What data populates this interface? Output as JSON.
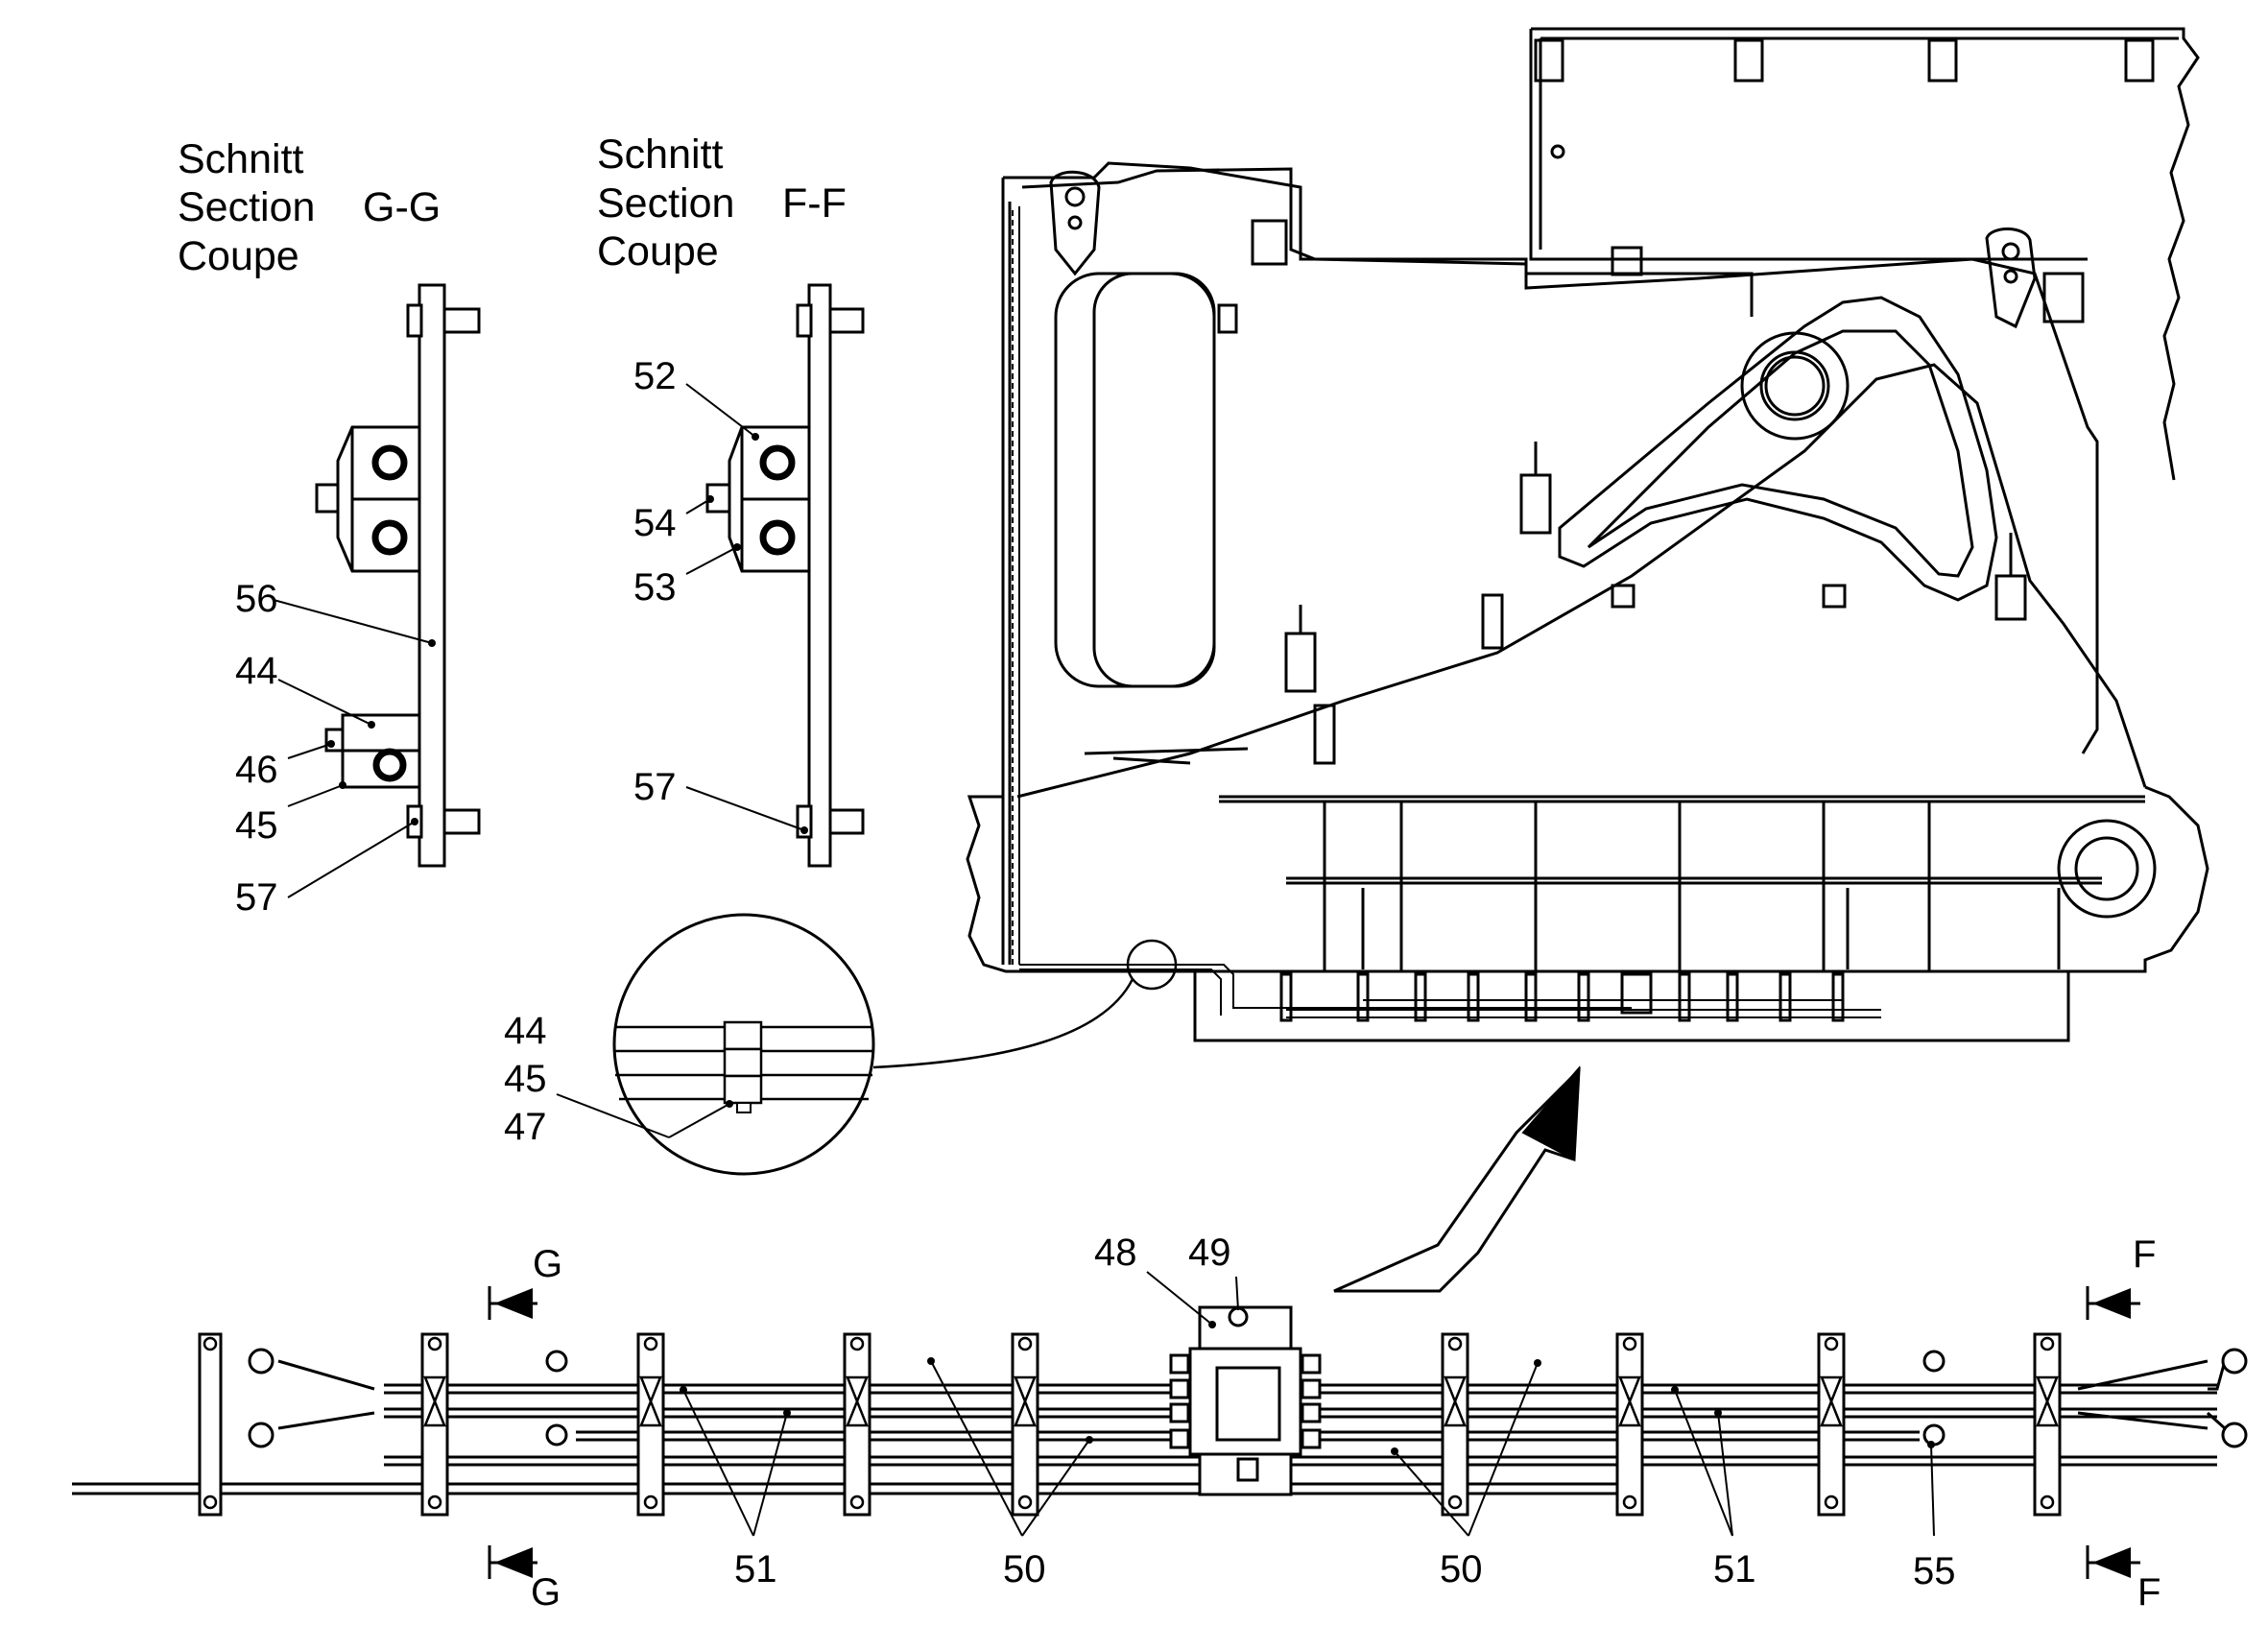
{
  "section_g": {
    "line1": "Schnitt",
    "line2": "Section",
    "line3": "Coupe",
    "id": "G-G"
  },
  "section_f": {
    "line1": "Schnitt",
    "line2": "Section",
    "line3": "Coupe",
    "id": "F-F"
  },
  "callouts_g": {
    "c56": "56",
    "c44": "44",
    "c46": "46",
    "c45": "45",
    "c57": "57"
  },
  "callouts_f": {
    "c52": "52",
    "c54": "54",
    "c53": "53",
    "c57": "57"
  },
  "detail": {
    "c44": "44",
    "c45": "45",
    "c47": "47"
  },
  "bottom": {
    "c48": "48",
    "c49": "49",
    "c51a": "51",
    "c50a": "50",
    "c50b": "50",
    "c51b": "51",
    "c55": "55",
    "g_top": "G",
    "g_bottom": "G",
    "f_top": "F",
    "f_bottom": "F"
  }
}
